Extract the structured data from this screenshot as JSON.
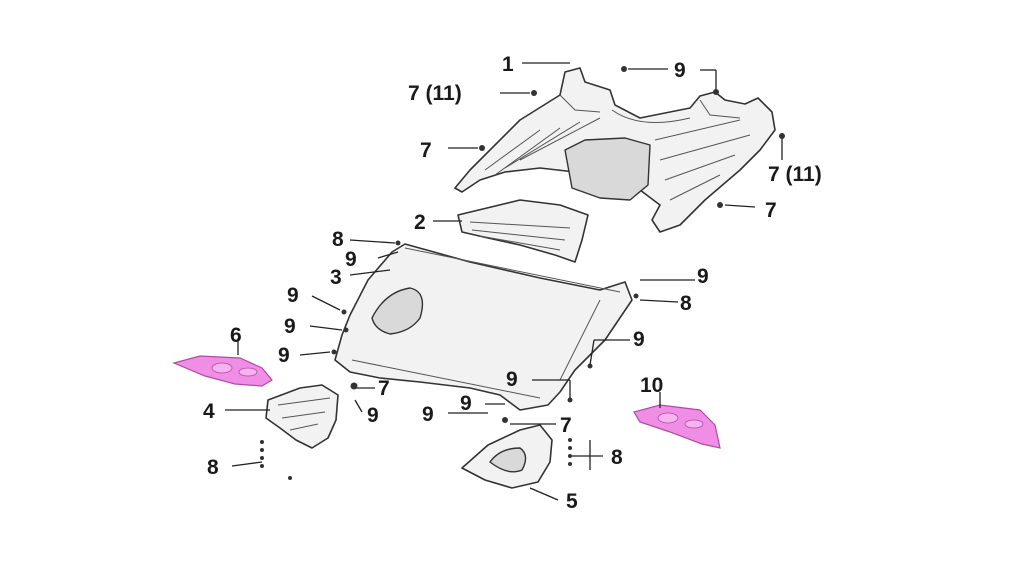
{
  "callouts": [
    {
      "id": "c1",
      "text": "1"
    },
    {
      "id": "c9a",
      "text": "9"
    },
    {
      "id": "c7_11a",
      "text": "7 (11)"
    },
    {
      "id": "c7a",
      "text": "7"
    },
    {
      "id": "c7_11b",
      "text": "7 (11)"
    },
    {
      "id": "c7b",
      "text": "7"
    },
    {
      "id": "c2",
      "text": "2"
    },
    {
      "id": "c8a",
      "text": "8"
    },
    {
      "id": "c9b",
      "text": "9"
    },
    {
      "id": "c3",
      "text": "3"
    },
    {
      "id": "c9c",
      "text": "9"
    },
    {
      "id": "c8b",
      "text": "8"
    },
    {
      "id": "c9d",
      "text": "9"
    },
    {
      "id": "c9e",
      "text": "9"
    },
    {
      "id": "c6",
      "text": "6"
    },
    {
      "id": "c9f",
      "text": "9"
    },
    {
      "id": "c9g",
      "text": "9"
    },
    {
      "id": "c10",
      "text": "10"
    },
    {
      "id": "c7c",
      "text": "7"
    },
    {
      "id": "c9h",
      "text": "9"
    },
    {
      "id": "c4",
      "text": "4"
    },
    {
      "id": "c9i",
      "text": "9"
    },
    {
      "id": "c9j",
      "text": "9"
    },
    {
      "id": "c9k",
      "text": "9"
    },
    {
      "id": "c7d",
      "text": "7"
    },
    {
      "id": "c8c",
      "text": "8"
    },
    {
      "id": "c8d",
      "text": "8"
    },
    {
      "id": "c5",
      "text": "5"
    }
  ],
  "colors": {
    "highlight": "#f08ee6",
    "line": "#333333",
    "part_fill": "#f2f2f2"
  }
}
